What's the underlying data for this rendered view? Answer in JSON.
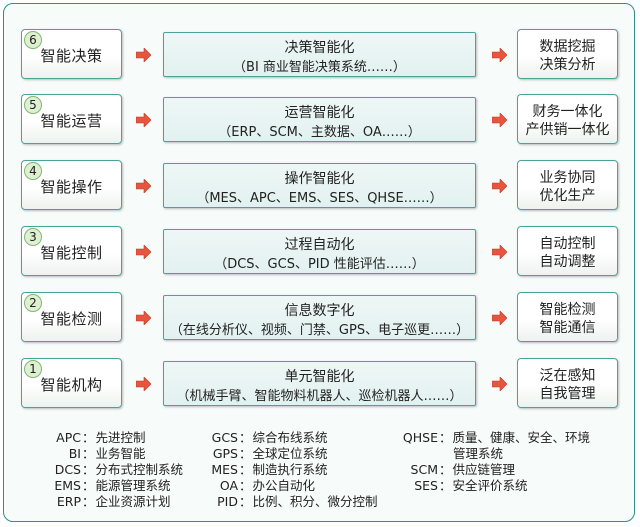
{
  "rows": [
    {
      "num": "6",
      "left": "智能决策",
      "mid_title": "决策智能化",
      "mid_sub": "（BI 商业智能决策系统……）",
      "right": [
        "数据挖掘",
        "决策分析"
      ]
    },
    {
      "num": "5",
      "left": "智能运营",
      "mid_title": "运营智能化",
      "mid_sub": "（ERP、SCM、主数据、OA……）",
      "right": [
        "财务一体化",
        "产供销一体化"
      ]
    },
    {
      "num": "4",
      "left": "智能操作",
      "mid_title": "操作智能化",
      "mid_sub": "（MES、APC、EMS、SES、QHSE……）",
      "right": [
        "业务协同",
        "优化生产"
      ]
    },
    {
      "num": "3",
      "left": "智能控制",
      "mid_title": "过程自动化",
      "mid_sub": "（DCS、GCS、PID 性能评估……）",
      "right": [
        "自动控制",
        "自动调整"
      ]
    },
    {
      "num": "2",
      "left": "智能检测",
      "mid_title": "信息数字化",
      "mid_sub": "（在线分析仪、视频、门禁、GPS、电子巡更……）",
      "right": [
        "智能检测",
        "智能通信"
      ]
    },
    {
      "num": "1",
      "left": "智能机构",
      "mid_title": "单元智能化",
      "mid_sub": "（机械手臂、智能物料机器人、巡检机器人……）",
      "right": [
        "泛在感知",
        "自我管理"
      ]
    }
  ],
  "legend": {
    "col1": [
      {
        "abbr": "APC",
        "desc": "先进控制"
      },
      {
        "abbr": "BI",
        "desc": "业务智能"
      },
      {
        "abbr": "DCS",
        "desc": "分布式控制系统"
      },
      {
        "abbr": "EMS",
        "desc": "能源管理系统"
      },
      {
        "abbr": "ERP",
        "desc": "企业资源计划"
      }
    ],
    "col2": [
      {
        "abbr": "GCS",
        "desc": "综合布线系统"
      },
      {
        "abbr": "GPS",
        "desc": "全球定位系统"
      },
      {
        "abbr": "MES",
        "desc": "制造执行系统"
      },
      {
        "abbr": "OA",
        "desc": "办公自动化"
      },
      {
        "abbr": "PID",
        "desc": "比例、积分、微分控制"
      }
    ],
    "col3": [
      {
        "abbr": "QHSE",
        "desc": "质量、健康、安全、环境",
        "desc2": "管理系统"
      },
      {
        "abbr": "SCM",
        "desc": "供应链管理"
      },
      {
        "abbr": "SES",
        "desc": "安全评价系统"
      }
    ]
  },
  "colors": {
    "border": "#4aa39a",
    "arrow": "#e8553f",
    "badge": "#dff0d2"
  }
}
